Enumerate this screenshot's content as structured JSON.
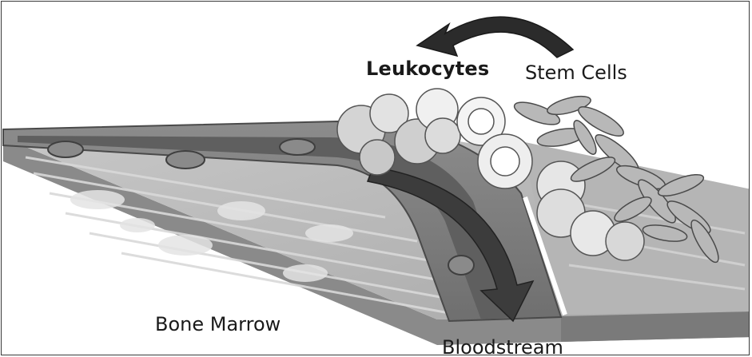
{
  "labels": {
    "leukocytes": "Leukocytes",
    "stem_cells": "Stem Cells",
    "bone_marrow": "Bone Marrow",
    "bloodstream": "Bloodstream"
  }
}
